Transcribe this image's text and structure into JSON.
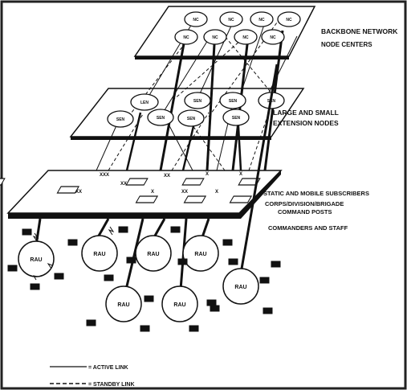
{
  "labels": {
    "backbone": "BACKBONE NETWORK",
    "node_centers": "NODE CENTERS",
    "extension_line1": "LARGE AND SMALL",
    "extension_line2": "EXTENSION NODES",
    "subscribers": "STATIC AND MOBILE SUBSCRIBERS",
    "cps_line1": "CORPS/DIVISION/BRIGADE",
    "cps_line2": "COMMAND POSTS",
    "commanders": "COMMANDERS AND STAFF"
  },
  "node_centers": [
    "NC",
    "NC",
    "NC",
    "NC",
    "NC",
    "NC",
    "NC",
    "NC"
  ],
  "extension_nodes": [
    "LEN",
    "SEN",
    "SEN",
    "SEN",
    "SEN",
    "SEN",
    "SEN",
    "SEN"
  ],
  "subscriber_echelons": [
    "XXX",
    "XX",
    "X",
    "X",
    "XXX",
    "XX",
    "X",
    "XX",
    "X"
  ],
  "rau_labels": [
    "RAU",
    "RAU",
    "RAU",
    "RAU",
    "RAU",
    "RAU",
    "RAU"
  ],
  "legend": {
    "active": "= ACTIVE LINK",
    "standby": "= STANDBY LINK"
  }
}
